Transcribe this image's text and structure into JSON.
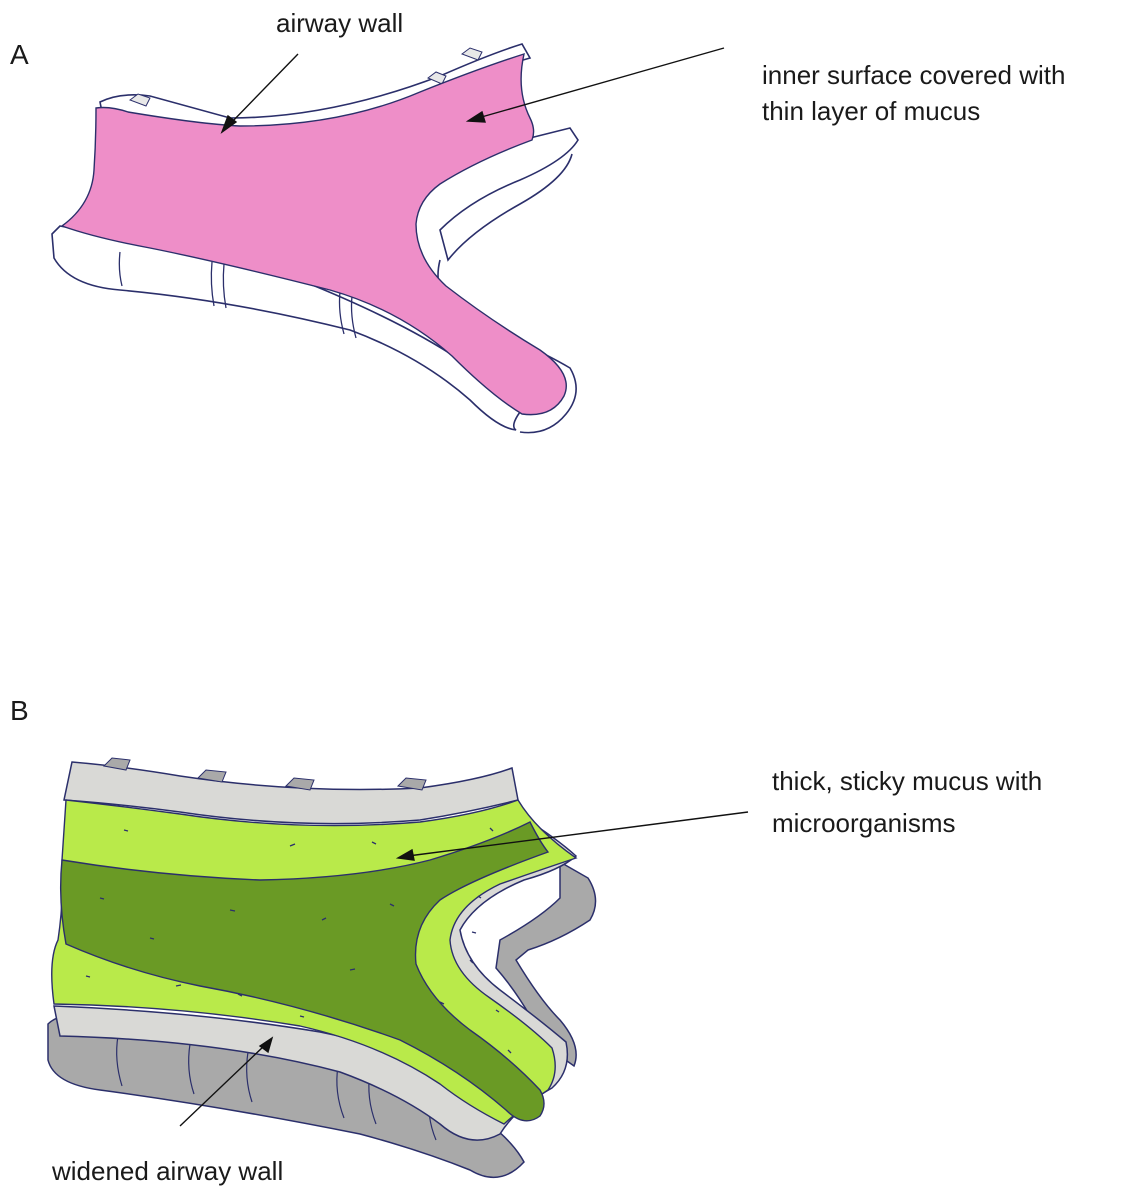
{
  "panels": [
    {
      "letter": "A",
      "labels": {
        "wall": "airway wall",
        "surface_line1": "inner surface covered with",
        "surface_line2": "thin layer of mucus"
      }
    },
    {
      "letter": "B",
      "labels": {
        "mucus_line1": "thick, sticky mucus with",
        "mucus_line2": "microorganisms",
        "wall": "widened airway wall"
      }
    }
  ],
  "colors": {
    "thin_mucus": "#ee8ec8",
    "wall_white": "#ffffff",
    "wall_shadow": "#f0f0f0",
    "outline": "#2b2f6b",
    "thick_mucus_light": "#b9ea4a",
    "thick_mucus_dark": "#6a9a25",
    "wall_grey_light": "#d9d9d6",
    "wall_grey_dark": "#a9a9a9"
  }
}
